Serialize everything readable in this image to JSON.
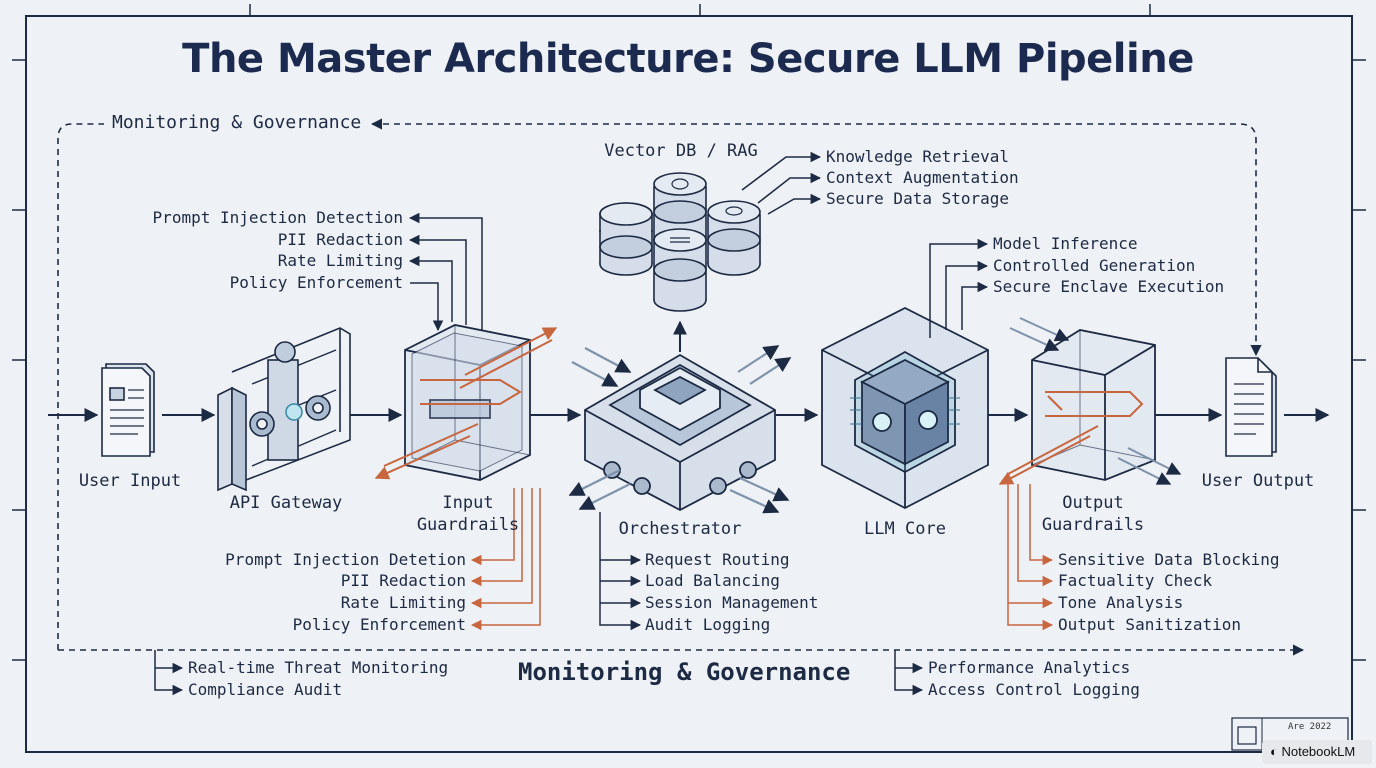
{
  "title": "The Master Architecture: Secure LLM Pipeline",
  "monitoring_top": "Monitoring & Governance",
  "monitoring_bottom": "Monitoring & Governance",
  "nodes": {
    "user_input": "User Input",
    "api_gateway": "API Gateway",
    "input_guardrails": [
      "Input",
      "Guardrails"
    ],
    "orchestrator": "Orchestrator",
    "llm_core": "LLM Core",
    "output_guardrails": [
      "Output",
      "Guardrails"
    ],
    "user_output": "User Output",
    "vector_db": "Vector DB / RAG"
  },
  "vector_db_items": [
    "Knowledge Retrieval",
    "Context Augmentation",
    "Secure Data Storage"
  ],
  "input_guard_top": [
    "Prompt Injection Detection",
    "PII Redaction",
    "Rate Limiting",
    "Policy Enforcement"
  ],
  "input_guard_bottom": [
    "Prompt Injection Detetion",
    "PII Redaction",
    "Rate Limiting",
    "Policy Enforcement"
  ],
  "orchestrator_items": [
    "Request Routing",
    "Load Balancing",
    "Session Management",
    "Audit Logging"
  ],
  "llm_items": [
    "Model Inference",
    "Controlled Generation",
    "Secure Enclave Execution"
  ],
  "output_guard_items": [
    "Sensitive Data Blocking",
    "Factuality Check",
    "Tone Analysis",
    "Output Sanitization"
  ],
  "monitor_left": [
    "Real-time Threat Monitoring",
    "Compliance Audit"
  ],
  "monitor_right": [
    "Performance Analytics",
    "Access Control Logging"
  ],
  "stamp": [
    "Are 2022"
  ],
  "badge": "NotebookLM",
  "colors": {
    "ink": "#1d2a44",
    "accent": "#c8663f",
    "glow": "#8fd0e0",
    "paper": "#eef1f5"
  }
}
